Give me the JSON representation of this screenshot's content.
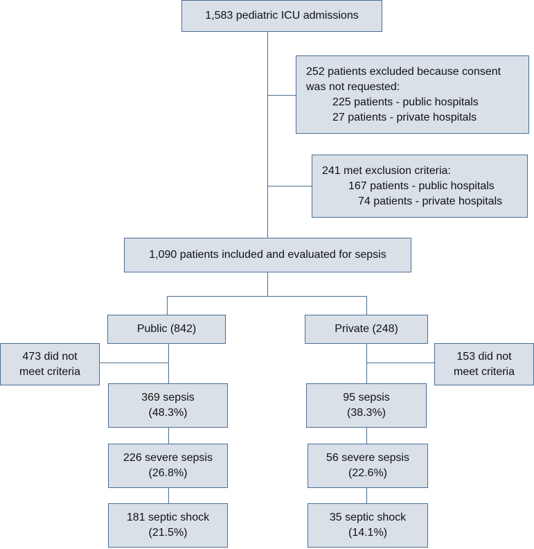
{
  "flowchart": {
    "top": "1,583 pediatric ICU admissions",
    "exclusion1": {
      "line1": "252 patients excluded because consent",
      "line2": "was not requested:",
      "line3": "225 patients - public hospitals",
      "line4": "27 patients - private hospitals"
    },
    "exclusion2": {
      "line1": "241 met exclusion criteria:",
      "line2": "167 patients - public hospitals",
      "line3": "74 patients - private hospitals"
    },
    "included": "1,090 patients included and evaluated for sepsis",
    "public": {
      "title": "Public (842)",
      "not_met_line1": "473 did not",
      "not_met_line2": "meet criteria",
      "sepsis_line1": "369 sepsis",
      "sepsis_line2": "(48.3%)",
      "severe_line1": "226 severe sepsis",
      "severe_line2": "(26.8%)",
      "shock_line1": "181 septic shock",
      "shock_line2": "(21.5%)"
    },
    "private": {
      "title": "Private (248)",
      "not_met_line1": "153 did not",
      "not_met_line2": "meet criteria",
      "sepsis_line1": "95 sepsis",
      "sepsis_line2": "(38.3%)",
      "severe_line1": "56 severe sepsis",
      "severe_line2": "(22.6%)",
      "shock_line1": "35 septic shock",
      "shock_line2": "(14.1%)"
    }
  }
}
